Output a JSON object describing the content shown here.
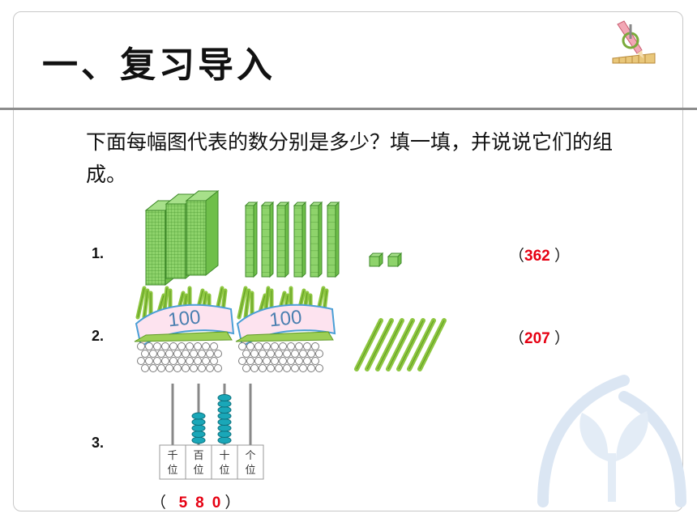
{
  "slide": {
    "title": "一、复习导入",
    "question": "下面每幅图代表的数分别是多少？填一填，并说说它们的组成。"
  },
  "items": [
    {
      "number": "1.",
      "open": "（",
      "answer": "362",
      "close": "）"
    },
    {
      "number": "2.",
      "open": "（",
      "answer": "207",
      "close": "）"
    },
    {
      "number": "3.",
      "open": "（",
      "digits": [
        "5",
        "8",
        "0"
      ],
      "close": "）"
    }
  ],
  "bundle_label": "100",
  "abacus": {
    "columns": [
      "千位",
      "百位",
      "十位",
      "个位"
    ],
    "beads": [
      0,
      5,
      8,
      0
    ]
  },
  "colors": {
    "answer": "#e60012",
    "cube_green": "#8ed36b",
    "bead": "#1aa7b8"
  },
  "icons": [
    "pencil-ruler-logo-icon",
    "sprout-hands-watermark-icon"
  ]
}
